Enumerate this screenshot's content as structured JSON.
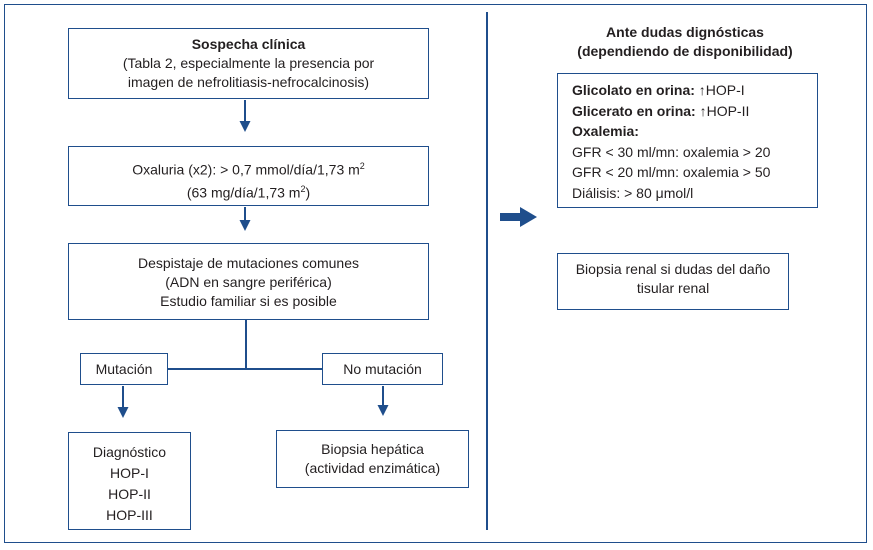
{
  "colors": {
    "accent": "#1f4e8c",
    "text": "#231f20"
  },
  "left": {
    "box1": {
      "title": "Sospecha clínica",
      "line2": "(Tabla 2, especialmente la presencia por",
      "line3": "imagen de nefrolitiasis-nefrocalcinosis)"
    },
    "box2": {
      "line1": "Oxaluria (x2): > 0,7 mmol/día/1,73 m",
      "line1_sup": "2",
      "line2": "(63 mg/día/1,73 m",
      "line2_sup": "2",
      "line2_end": ")"
    },
    "box3": {
      "line1": "Despistaje de mutaciones comunes",
      "line2": "(ADN en sangre periférica)",
      "line3": "Estudio familiar si es posible"
    },
    "mutacion": "Mutación",
    "no_mutacion": "No mutación",
    "diag": {
      "line1": "Diagnóstico",
      "line2": "HOP-I",
      "line3": "HOP-II",
      "line4": "HOP-III"
    },
    "biopsia_hepatica": {
      "line1": "Biopsia hepática",
      "line2": "(actividad enzimática)"
    }
  },
  "right": {
    "title_line1": "Ante dudas dignósticas",
    "title_line2": "(dependiendo de disponibilidad)",
    "box": {
      "glicolato_label": "Glicolato en orina:",
      "glicolato_value": " ↑HOP-I",
      "glicerato_label": "Glicerato en orina:",
      "glicerato_value": " ↑HOP-II",
      "oxalemia_label": "Oxalemia:",
      "gfr30": "GFR < 30 ml/mn: oxalemia > 20",
      "gfr20": "GFR < 20 ml/mn: oxalemia > 50",
      "dialisis": "Diálisis: > 80 μmol/l"
    },
    "biopsia_renal": {
      "line1": "Biopsia renal si dudas del daño",
      "line2": "tisular renal"
    }
  }
}
